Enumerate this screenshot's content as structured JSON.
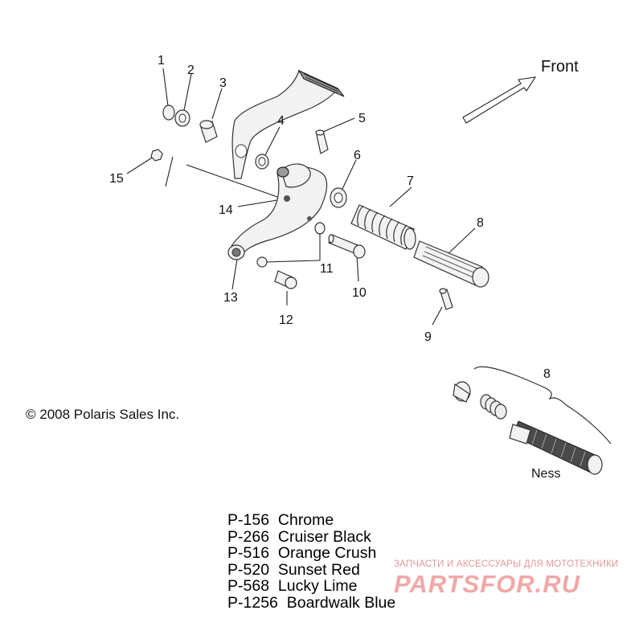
{
  "front_label": "Front",
  "callouts": {
    "n1": "1",
    "n2": "2",
    "n3": "3",
    "n4": "4",
    "n5": "5",
    "n6": "6",
    "n7": "7",
    "n8": "8",
    "n8b": "8",
    "n9": "9",
    "n10": "10",
    "n11": "11",
    "n12": "12",
    "n13": "13",
    "n14": "14",
    "n15": "15"
  },
  "ness_label": "Ness",
  "copyright": "© 2008 Polaris Sales Inc.",
  "parts_list": [
    {
      "code": "P-156",
      "name": "Chrome"
    },
    {
      "code": "P-266",
      "name": "Cruiser Black"
    },
    {
      "code": "P-516",
      "name": "Orange Crush"
    },
    {
      "code": "P-520",
      "name": "Sunset Red"
    },
    {
      "code": "P-568",
      "name": "Lucky Lime"
    },
    {
      "code": "P-1256",
      "name": "Boardwalk Blue"
    }
  ],
  "watermark": {
    "tagline": "ЗАПЧАСТИ И АКСЕССУАРЫ ДЛЯ МОТОТЕХНИКИ",
    "logo": "PARTSFOR.RU"
  }
}
